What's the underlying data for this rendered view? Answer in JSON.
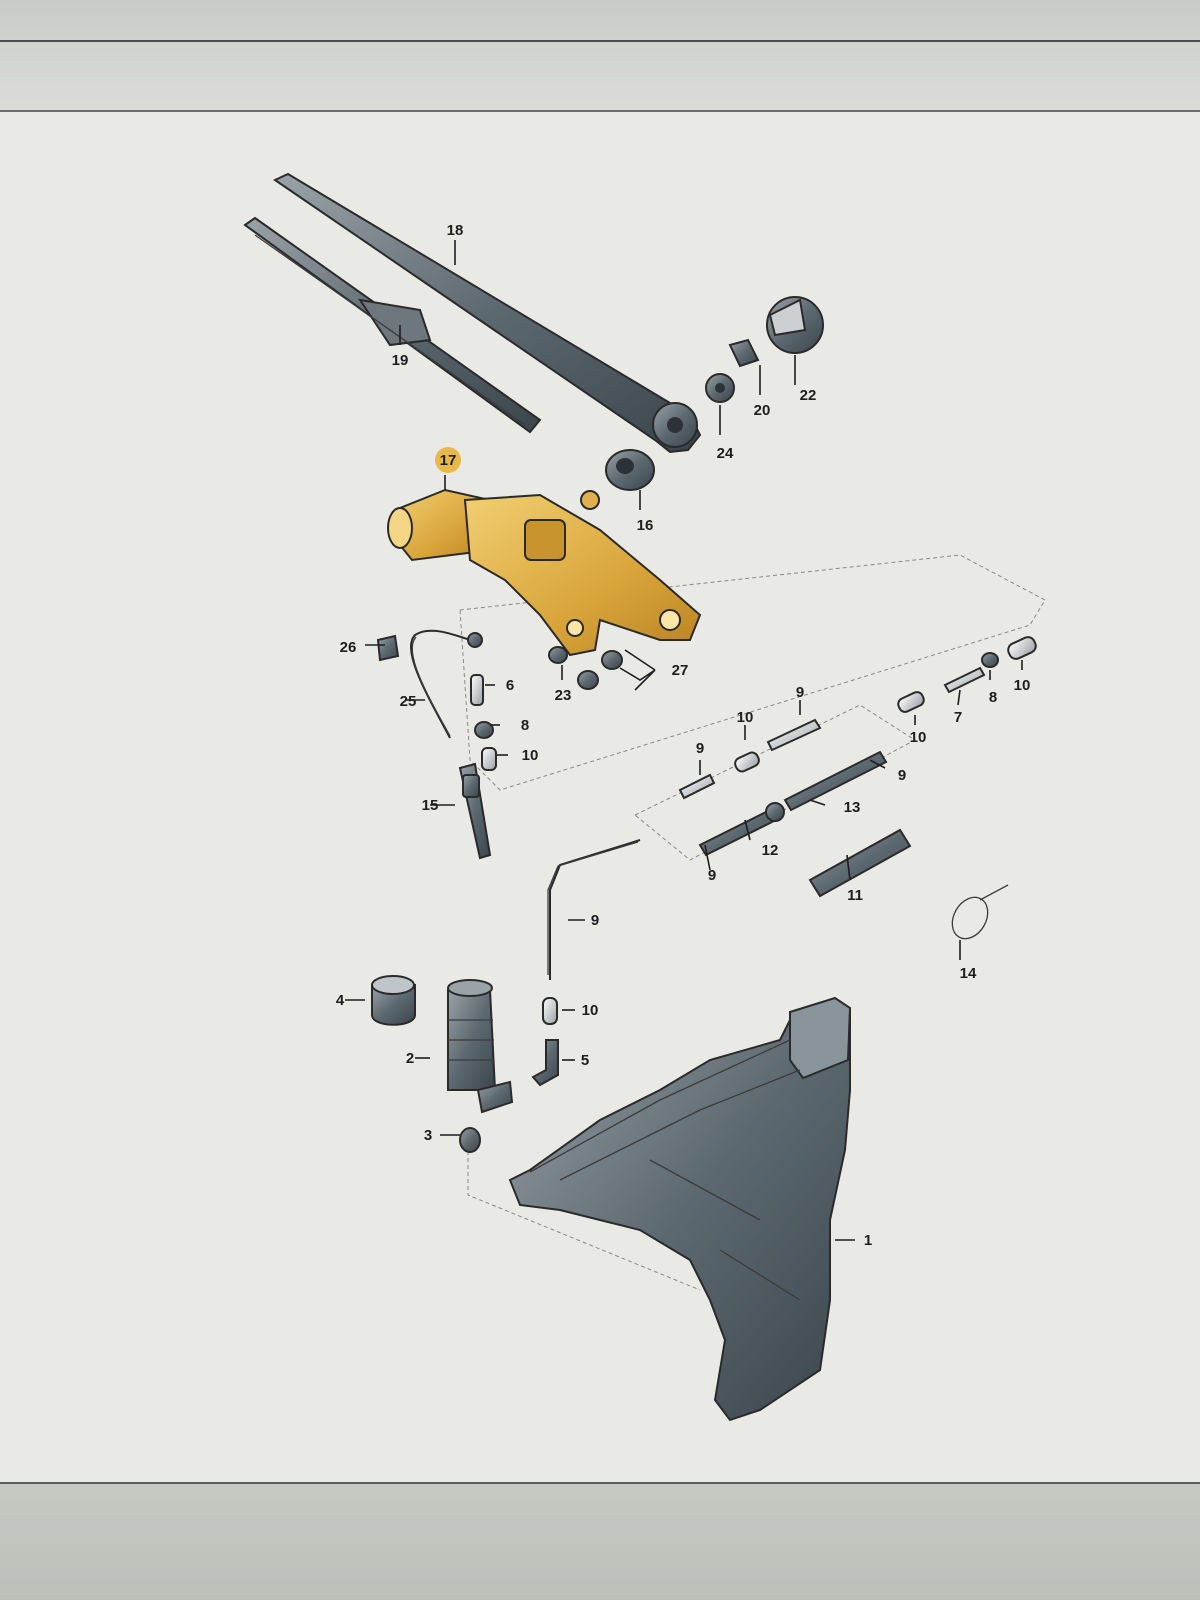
{
  "diagram": {
    "highlighted_part": "17",
    "highlight_color": "#e8b84a",
    "part_color": "#4d5a62",
    "callouts": {
      "c1": "1",
      "c2": "2",
      "c3": "3",
      "c4": "4",
      "c5": "5",
      "c6": "6",
      "c7": "7",
      "c8a": "8",
      "c8b": "8",
      "c9a": "9",
      "c9b": "9",
      "c9c": "9",
      "c9d": "9",
      "c9e": "9",
      "c10a": "10",
      "c10b": "10",
      "c10c": "10",
      "c10d": "10",
      "c10e": "10",
      "c11": "11",
      "c12": "12",
      "c13": "13",
      "c14": "14",
      "c15": "15",
      "c16": "16",
      "c17": "17",
      "c18": "18",
      "c19": "19",
      "c20": "20",
      "c22": "22",
      "c23": "23",
      "c24": "24",
      "c25": "25",
      "c26": "26",
      "c27": "27"
    }
  }
}
